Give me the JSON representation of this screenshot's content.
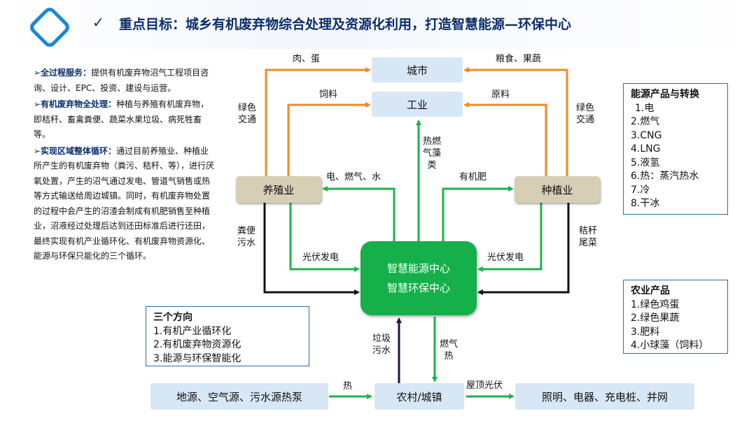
{
  "header": {
    "check": "✓",
    "title": "重点目标：城乡有机废弃物综合处理及资源化利用，打造智慧能源—环保中心"
  },
  "sidebar": {
    "items": [
      {
        "heading": "➢全过程服务：",
        "text": "提供有机废弃物沼气工程项目咨询、设计、EPC、投资、建设与运营。"
      },
      {
        "heading": "➢有机废弃物全处理：",
        "text": "种植与养殖有机废弃物，即秸秆、畜禽粪便、蔬菜水果垃圾、病死牲畜等。"
      },
      {
        "heading": "➢实现区域整体循环：",
        "text": "通过目前养殖业、种植业所产生的有机废弃物（粪污、秸秆、等），进行厌氧处置，产生的沼气通过发电、管道气销售或热等方式输送给周边城镇。同时，有机废弃物处置的过程中会产生的沼渣会制成有机肥销售至种植业，沼液经过处理后达到还田标准后进行还田，最终实现有机产业循环化、有机废弃物资源化、能源与环保只能化的三个循环。"
      }
    ]
  },
  "nodes": {
    "city": "城市",
    "industry": "工业",
    "breeding": "养殖业",
    "planting": "种植业",
    "center_line1": "智慧能源中心",
    "center_line2": "智慧环保中心",
    "village": "农村/城镇",
    "heat_sources": "地源、空气源、污水源热泵",
    "outputs": "照明、电器、充电桩、并网"
  },
  "labels": {
    "meat_egg": "肉、蛋",
    "grain_fruit": "粮食、果蔬",
    "feed": "饲料",
    "raw_material": "原料",
    "green_transport_left": "绿色交通",
    "green_transport_right": "绿色交通",
    "heat_gas_algae": "热燃气藻类",
    "elec_gas_water": "电、燃气、水",
    "organic_fertilizer": "有机肥",
    "manure": "粪便污水",
    "straw": "秸秆尾菜",
    "pv_left": "光伏发电",
    "pv_right": "光伏发电",
    "garbage": "垃圾污水",
    "gas_heat": "燃气热",
    "heat": "热",
    "rooftop_pv": "屋顶光伏"
  },
  "energy_box": {
    "title": "能源产品与转换",
    "items": [
      "1.电",
      "2.燃气",
      "3.CNG",
      "4.LNG",
      "5.液氢",
      "6.热：蒸汽热水",
      "7.冷",
      "8.干冰"
    ]
  },
  "agri_box": {
    "title": "农业产品",
    "items": [
      "1.绿色鸡蛋",
      "2.绿色果蔬",
      "3.肥料",
      "4.小球藻（饲料）"
    ]
  },
  "directions_box": {
    "title": "三个方向",
    "items": [
      "1.有机产业循环化",
      "2.有机废弃物资源化",
      "3.能源与环保智能化"
    ]
  },
  "colors": {
    "orange": "#f08a24",
    "green": "#1fb24a",
    "black": "#111111",
    "dark_purple": "#2a0f3a",
    "navy": "#0b2e6b",
    "box_blue": "#d8e7f6",
    "sector_tan": "#d6cfb6",
    "center_green": "#16b04a"
  }
}
